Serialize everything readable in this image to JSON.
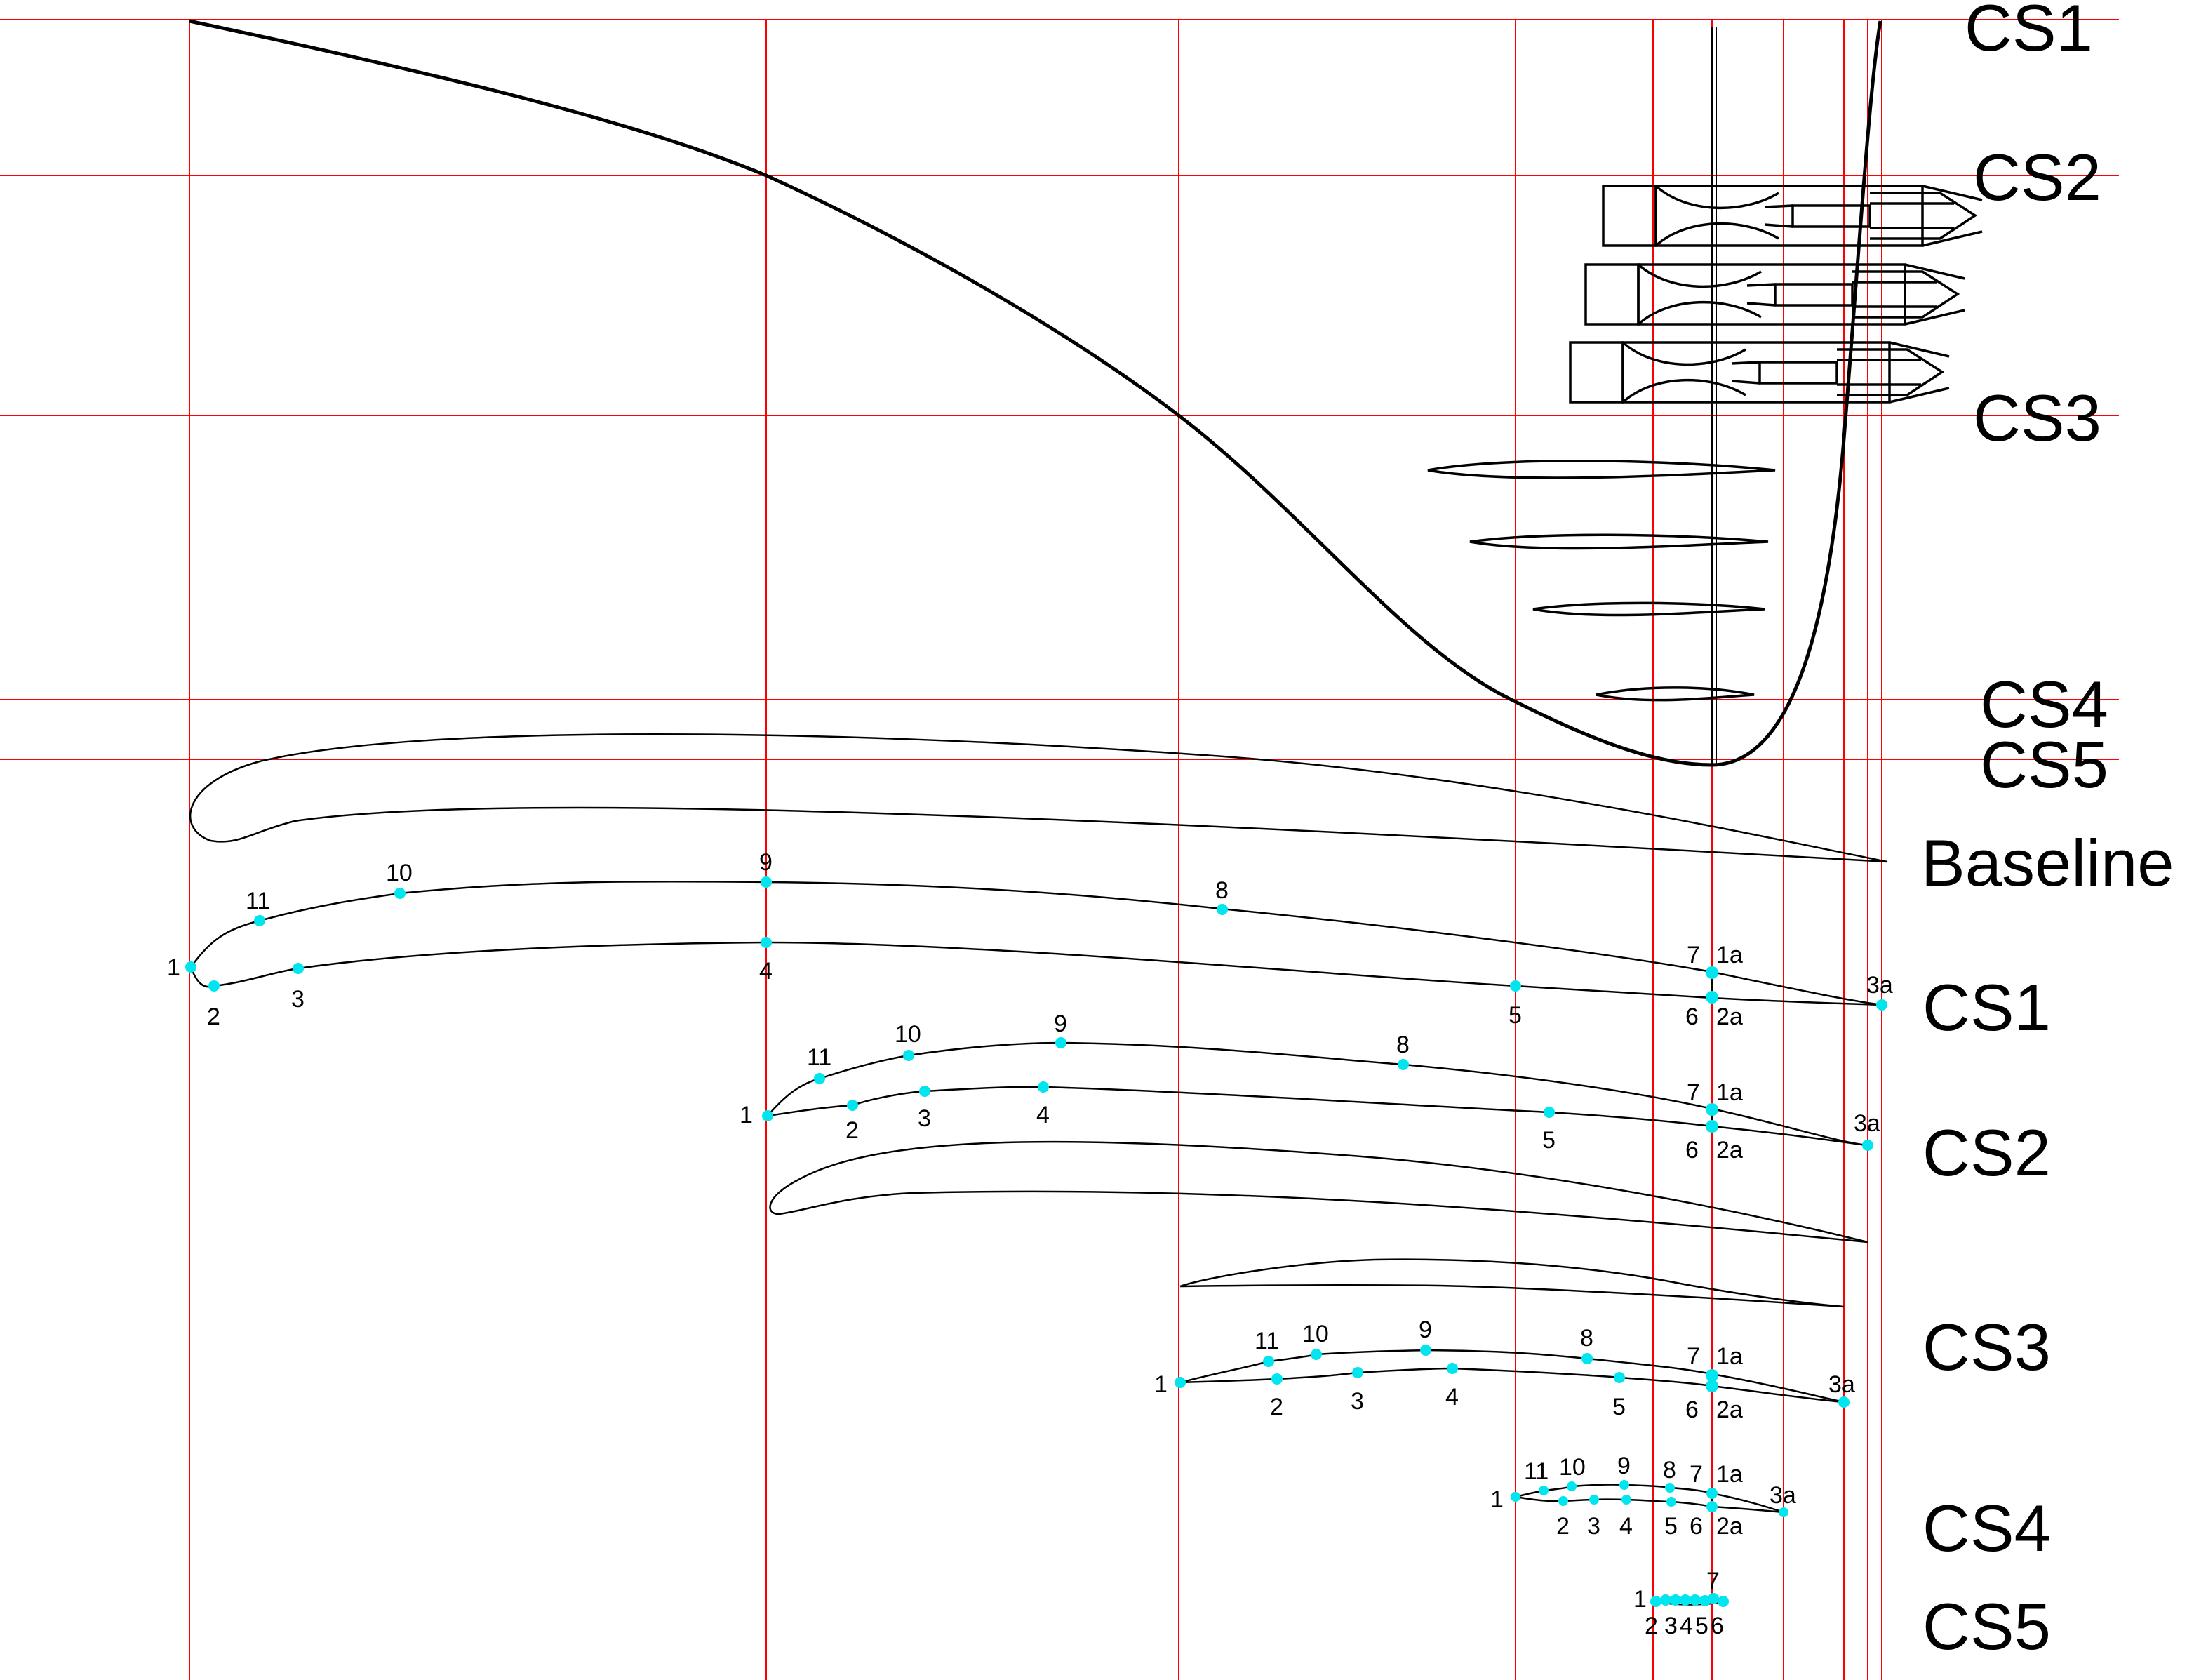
{
  "section_labels": {
    "top": [
      "CS1",
      "CS2",
      "CS3",
      "CS4",
      "CS5"
    ],
    "right": [
      "Baseline",
      "CS1",
      "CS2",
      "CS3",
      "CS4",
      "CS5"
    ]
  },
  "point_labels": {
    "cs1": [
      "1",
      "2",
      "3",
      "4",
      "5",
      "6",
      "7",
      "8",
      "9",
      "10",
      "11",
      "1a",
      "2a",
      "3a"
    ],
    "cs2": [
      "1",
      "2",
      "3",
      "4",
      "5",
      "6",
      "7",
      "8",
      "9",
      "10",
      "11",
      "1a",
      "2a",
      "3a"
    ],
    "cs3": [
      "1",
      "2",
      "3",
      "4",
      "5",
      "6",
      "7",
      "8",
      "9",
      "10",
      "11",
      "1a",
      "2a",
      "3a"
    ],
    "cs4": [
      "1",
      "2",
      "3",
      "4",
      "5",
      "6",
      "7",
      "8",
      "9",
      "10",
      "11",
      "1a",
      "2a",
      "3a"
    ],
    "cs5": [
      "1",
      "2",
      "3",
      "4",
      "5",
      "6",
      "7"
    ]
  },
  "colors": {
    "grid": "#ff0000",
    "curves": "#000000",
    "points": "#00e5ee"
  }
}
